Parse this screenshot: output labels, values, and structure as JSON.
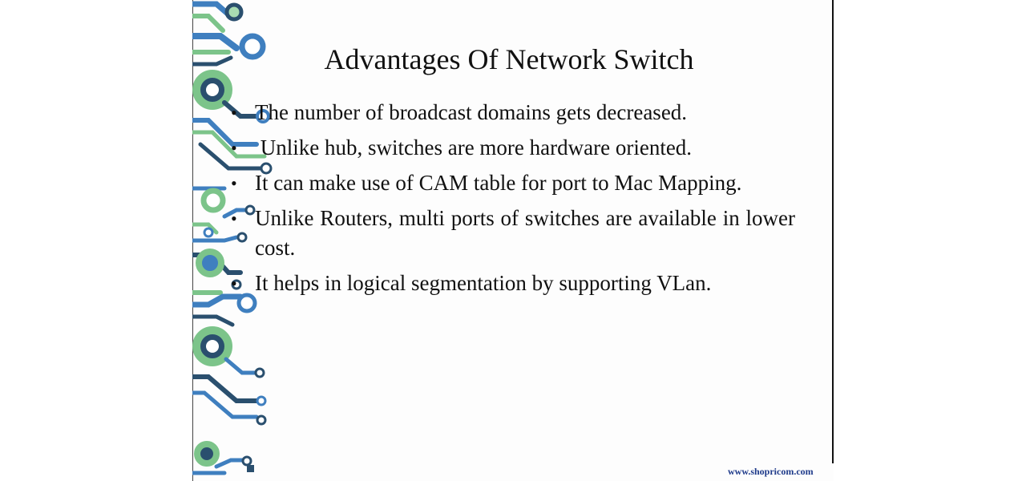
{
  "slide": {
    "title": "Advantages Of Network Switch",
    "bullets": [
      "The number of broadcast domains gets decreased.",
      " Unlike hub, switches are more hardware oriented.",
      "It can make use of CAM table for port to Mac Mapping.",
      "Unlike Routers, multi ports of switches are available in lower cost.",
      "It helps in logical segmentation by supporting VLan."
    ],
    "bullet_glyph": "•",
    "watermark": "www.shopricom.com"
  },
  "colors": {
    "circuit_blue": "#3f7fbf",
    "circuit_green": "#7cc48a",
    "circuit_dark": "#2a4f6e",
    "watermark": "#1e3a8a"
  }
}
